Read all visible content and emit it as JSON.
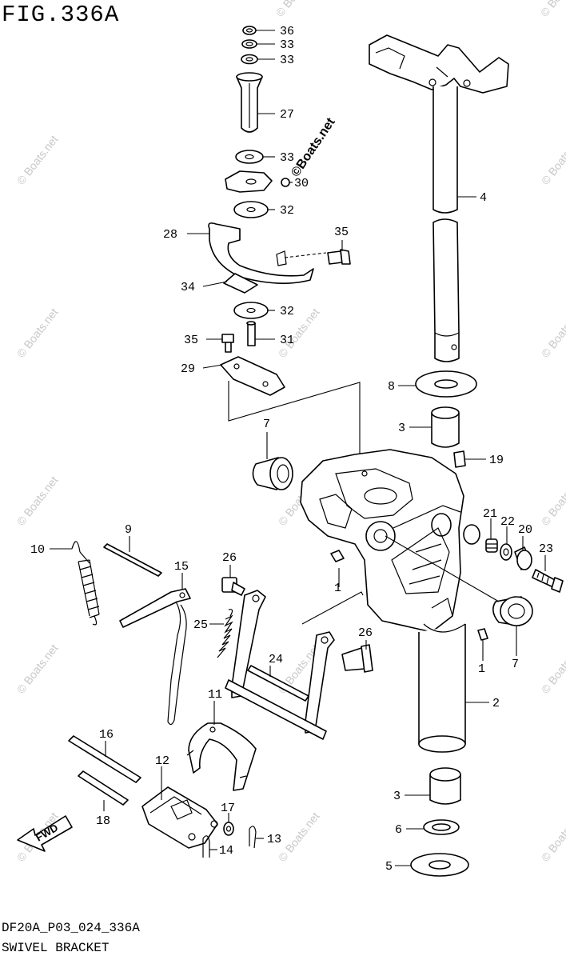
{
  "figure": {
    "title": "FIG.336A",
    "code": "DF20A_P03_024_336A",
    "name": "SWIVEL BRACKET"
  },
  "watermark": {
    "text": "© Boats.net",
    "prominent_text": "©Boats.net"
  },
  "direction_label": "FWD",
  "callouts": [
    "36",
    "33",
    "33",
    "27",
    "33",
    "30",
    "32",
    "28",
    "35",
    "34",
    "32",
    "35",
    "31",
    "29",
    "4",
    "8",
    "3",
    "19",
    "7",
    "9",
    "10",
    "15",
    "26",
    "21",
    "22",
    "20",
    "23",
    "25",
    "1",
    "24",
    "26",
    "7",
    "1",
    "2",
    "11",
    "16",
    "12",
    "3",
    "17",
    "18",
    "6",
    "13",
    "14",
    "5"
  ]
}
